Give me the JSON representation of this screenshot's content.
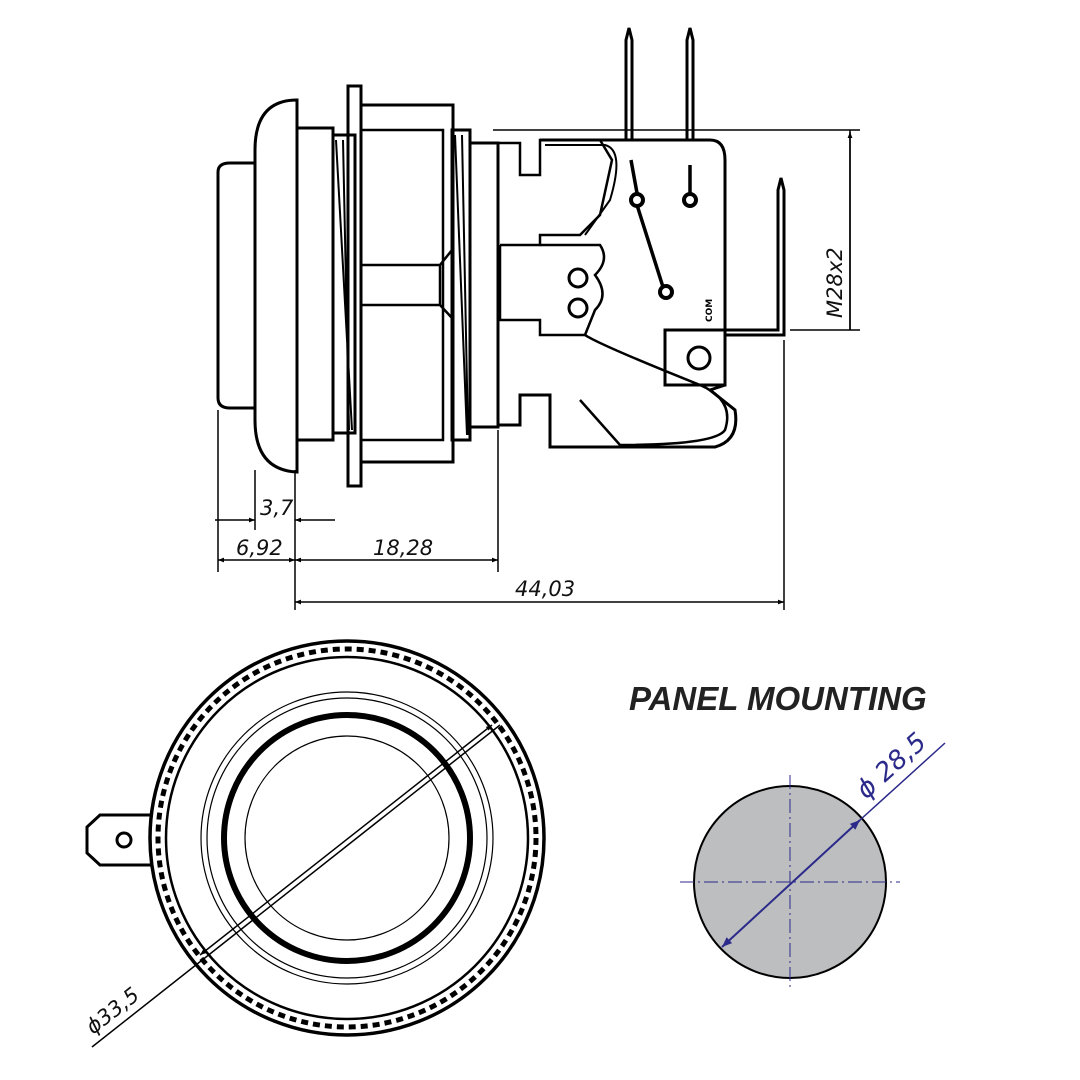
{
  "side_view": {
    "dimensions": {
      "thread": "M28x2",
      "d_3_7": "3,7",
      "d_6_92": "6,92",
      "d_18_28": "18,28",
      "d_44_03": "44,03"
    },
    "switch_label": "COM"
  },
  "front_view": {
    "diameter": "ϕ33,5"
  },
  "panel_mounting": {
    "title": "PANEL MOUNTING",
    "diameter": "ϕ 28,5",
    "hole_color": "#bcbebf",
    "dimension_color": "#2b2a8a"
  }
}
